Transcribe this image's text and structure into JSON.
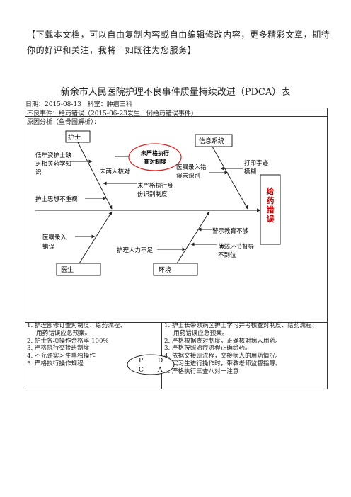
{
  "notice": "【下载本文档，可以自由复制内容或自由编辑修改内容，更多精彩文章，期待你的好评和关注，我将一如既往为您服务】",
  "title": "新余市人民医院护理不良事件质量持续改进（PDCA）表",
  "date_label": "日期：2015-08-13",
  "dept_label": "科室：肿瘤三科",
  "event_label": "不良事件：给药错误（2015-06-23发生一例给药错误事件）",
  "analysis_label": "原因分析（鱼骨图解析）：",
  "fishbone": {
    "head": [
      "给",
      "药",
      "错",
      "误"
    ],
    "categories": {
      "nurse": "护士",
      "system": "信息系统",
      "doctor": "医生",
      "environment": "环境"
    },
    "causes": {
      "low_seniority_1": "低年资护士缺",
      "low_seniority_2": "乏相关药学知",
      "low_seniority_3": "识",
      "not_verified": "未两人核对",
      "highlight_1": "未严格执行",
      "highlight_2": "查对制度",
      "order_entry_err_1": "医嘱录入错",
      "order_entry_err_2": "误未识别",
      "print_blur_1": "打印字迹",
      "print_blur_2": "模糊",
      "identity_1": "未严格执行身",
      "identity_2": "份识别制度",
      "not_valued": "护士思想不重视",
      "doctor_entry_1": "医嘱录入",
      "doctor_entry_2": "错误",
      "warning_edu": "警示教育不够",
      "weak_supervision_1": "薄弱环节督导",
      "weak_supervision_2": "不到位",
      "staff_short": "护理人力不足"
    }
  },
  "targets": [
    {
      "num": "1.",
      "lines": [
        "护理部修订查对制度、给药流程、",
        "用药错误应急预案。"
      ]
    },
    {
      "num": "2.",
      "lines": [
        "护士各项操作合格率 100%"
      ]
    },
    {
      "num": "3.",
      "lines": [
        "严格执行交接班制度"
      ]
    },
    {
      "num": "4.",
      "lines": [
        "不允许实习生单独操作"
      ]
    },
    {
      "num": "5.",
      "lines": [
        "严格执行操作规程"
      ]
    }
  ],
  "actions": [
    {
      "num": "1.",
      "lines": [
        "护士长带领病区护士学习并考核查对制度、给药流程、",
        "用药错误应急预案。"
      ]
    },
    {
      "num": "2.",
      "lines": [
        "严格根据查对制度，正确核对病人用药。"
      ]
    },
    {
      "num": "3.",
      "lines": [
        "严格按照治疗流程正确给药。"
      ]
    },
    {
      "num": "4.",
      "lines": [
        "依据交接班流程，交接病人的用药情况。"
      ]
    },
    {
      "num": "5.",
      "lines": [
        "实习生进行操作时，带教老师监督指导。"
      ]
    },
    {
      "num": "6.",
      "lines": [
        "严格执行三查八对一注意"
      ]
    }
  ],
  "pdca": {
    "p": "P",
    "d": "D",
    "c": "C",
    "a": "A"
  }
}
